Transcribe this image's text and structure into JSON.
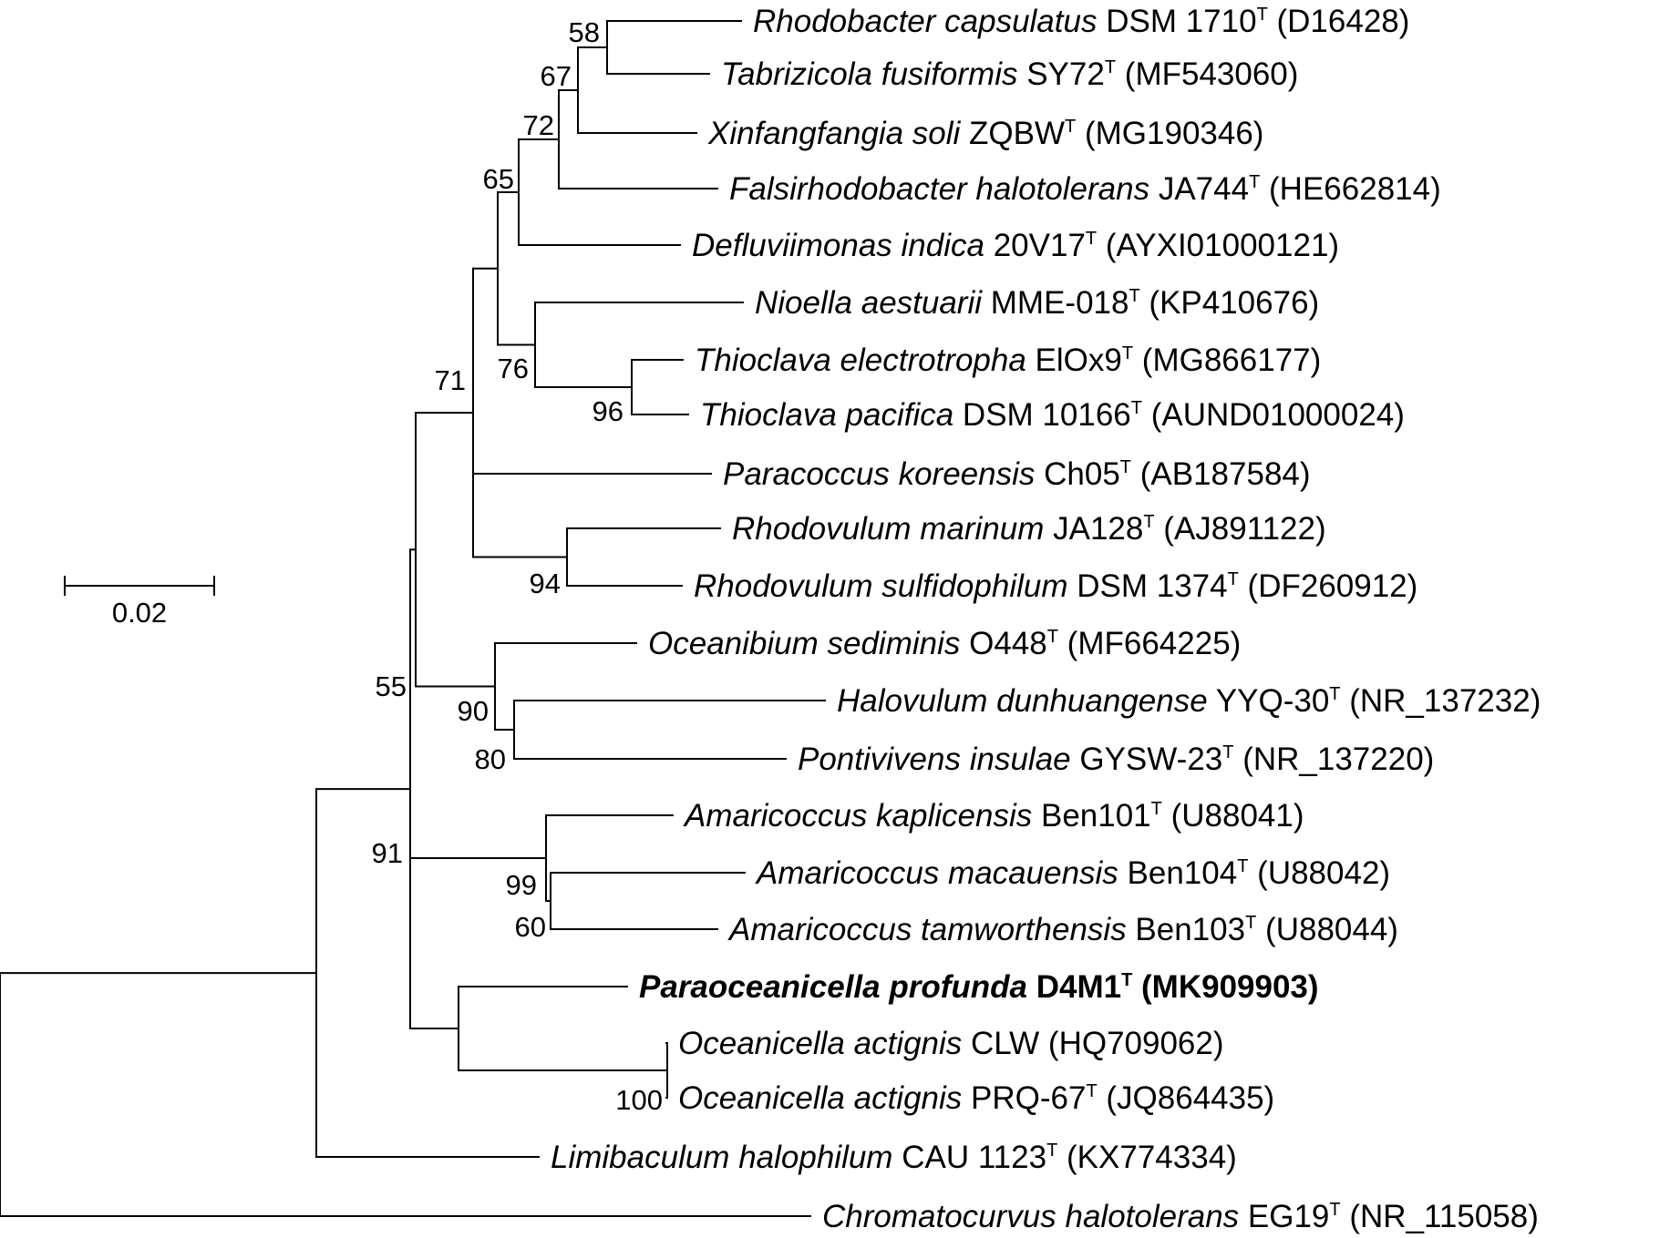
{
  "taxa": [
    {
      "id": "t1",
      "genus_species": "Rhodobacter capsulatus",
      "strain": "DSM 1710",
      "type_mark": "T",
      "accession": "(D16428)",
      "bold": false
    },
    {
      "id": "t2",
      "genus_species": "Tabrizicola fusiformis",
      "strain": "SY72",
      "type_mark": "T",
      "accession": "(MF543060)",
      "bold": false
    },
    {
      "id": "t3",
      "genus_species": "Xinfangfangia soli",
      "strain": "ZQBW",
      "type_mark": "T",
      "accession": "(MG190346)",
      "bold": false
    },
    {
      "id": "t4",
      "genus_species": "Falsirhodobacter halotolerans",
      "strain": "JA744",
      "type_mark": "T",
      "accession": "(HE662814)",
      "bold": false
    },
    {
      "id": "t5",
      "genus_species": "Defluviimonas indica",
      "strain": "20V17",
      "type_mark": "T",
      "accession": "(AYXI01000121)",
      "bold": false
    },
    {
      "id": "t6",
      "genus_species": "Nioella aestuarii",
      "strain": "MME-018",
      "type_mark": "T",
      "accession": "(KP410676)",
      "bold": false
    },
    {
      "id": "t7",
      "genus_species": "Thioclava electrotropha",
      "strain": "ElOx9",
      "type_mark": "T",
      "accession": "(MG866177)",
      "bold": false
    },
    {
      "id": "t8",
      "genus_species": "Thioclava pacifica",
      "strain": "DSM 10166",
      "type_mark": "T",
      "accession": "(AUND01000024)",
      "bold": false
    },
    {
      "id": "t9",
      "genus_species": "Paracoccus koreensis",
      "strain": "Ch05",
      "type_mark": "T",
      "accession": "(AB187584)",
      "bold": false
    },
    {
      "id": "t10",
      "genus_species": "Rhodovulum marinum",
      "strain": "JA128",
      "type_mark": "T",
      "accession": "(AJ891122)",
      "bold": false
    },
    {
      "id": "t11",
      "genus_species": "Rhodovulum sulfidophilum",
      "strain": "DSM 1374",
      "type_mark": "T",
      "accession": "(DF260912)",
      "bold": false
    },
    {
      "id": "t12",
      "genus_species": "Oceanibium sediminis",
      "strain": "O448",
      "type_mark": "T",
      "accession": "(MF664225)",
      "bold": false
    },
    {
      "id": "t13",
      "genus_species": "Halovulum dunhuangense",
      "strain": "YYQ-30",
      "type_mark": "T",
      "accession": "(NR_137232)",
      "bold": false
    },
    {
      "id": "t14",
      "genus_species": "Pontivivens insulae",
      "strain": "GYSW-23",
      "type_mark": "T",
      "accession": "(NR_137220)",
      "bold": false
    },
    {
      "id": "t15",
      "genus_species": "Amaricoccus kaplicensis",
      "strain": "Ben101",
      "type_mark": "T",
      "accession": "(U88041)",
      "bold": false
    },
    {
      "id": "t16",
      "genus_species": "Amaricoccus macauensis",
      "strain": "Ben104",
      "type_mark": "T",
      "accession": "(U88042)",
      "bold": false
    },
    {
      "id": "t17",
      "genus_species": "Amaricoccus tamworthensis",
      "strain": "Ben103",
      "type_mark": "T",
      "accession": "(U88044)",
      "bold": false
    },
    {
      "id": "t18",
      "genus_species": "Paraoceanicella profunda",
      "strain": "D4M1",
      "type_mark": "T",
      "accession": "(MK909903)",
      "bold": true
    },
    {
      "id": "t19",
      "genus_species": "Oceanicella actignis",
      "strain": "CLW",
      "type_mark": "",
      "accession": "(HQ709062)",
      "bold": false
    },
    {
      "id": "t20",
      "genus_species": "Oceanicella actignis",
      "strain": "PRQ-67",
      "type_mark": "T",
      "accession": "(JQ864435)",
      "bold": false
    },
    {
      "id": "t21",
      "genus_species": "Limibaculum halophilum",
      "strain": "CAU 1123",
      "type_mark": "T",
      "accession": "(KX774334)",
      "bold": false
    },
    {
      "id": "t22",
      "genus_species": "Chromatocurvus halotolerans",
      "strain": "EG19",
      "type_mark": "T",
      "accession": "(NR_115058)",
      "bold": false
    }
  ],
  "bootstrap": [
    {
      "node": "n58",
      "value": "58"
    },
    {
      "node": "n67",
      "value": "67"
    },
    {
      "node": "n72",
      "value": "72"
    },
    {
      "node": "n65",
      "value": "65"
    },
    {
      "node": "n96",
      "value": "96"
    },
    {
      "node": "n76",
      "value": "76"
    },
    {
      "node": "n94",
      "value": "94"
    },
    {
      "node": "n71",
      "value": "71"
    },
    {
      "node": "n80",
      "value": "80"
    },
    {
      "node": "n90",
      "value": "90"
    },
    {
      "node": "n60",
      "value": "60"
    },
    {
      "node": "n99",
      "value": "99"
    },
    {
      "node": "n100",
      "value": "100"
    },
    {
      "node": "n55",
      "value": "55"
    },
    {
      "node": "n91",
      "value": "91"
    }
  ],
  "scale_bar": {
    "value": 0.02,
    "label": "0.02"
  },
  "colors": {
    "line": "#000000",
    "text": "#000000",
    "background": "#ffffff"
  }
}
